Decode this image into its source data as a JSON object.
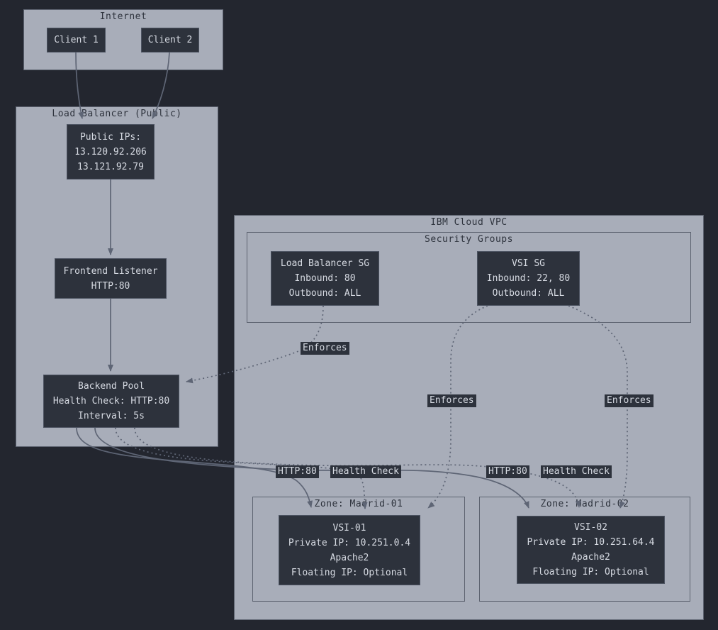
{
  "colors": {
    "background": "#23262f",
    "cluster_fill": "#a8adb9",
    "cluster_border": "#5d6370",
    "cluster_title_text": "#2e333d",
    "node_fill": "#2d323c",
    "node_border": "#4d5462",
    "node_text": "#d6dae2",
    "edge": "#5e6575",
    "edge_label_background": "#2d323c",
    "edge_label_text": "#d6dae2"
  },
  "clusters": {
    "internet": {
      "title": "Internet"
    },
    "load_balancer": {
      "title": "Load Balancer (Public)"
    },
    "vpc": {
      "title": "IBM Cloud VPC"
    },
    "security_groups": {
      "title": "Security Groups"
    },
    "zone_madrid_01": {
      "title": "Zone: Madrid-01"
    },
    "zone_madrid_02": {
      "title": "Zone: Madrid-02"
    }
  },
  "nodes": {
    "client_1": {
      "lines": [
        "Client 1"
      ]
    },
    "client_2": {
      "lines": [
        "Client 2"
      ]
    },
    "public_ips": {
      "lines": [
        "Public IPs:",
        "13.120.92.206",
        "13.121.92.79"
      ]
    },
    "frontend_listener": {
      "lines": [
        "Frontend Listener",
        "HTTP:80"
      ]
    },
    "backend_pool": {
      "lines": [
        "Backend Pool",
        "Health Check: HTTP:80",
        "Interval: 5s"
      ]
    },
    "load_balancer_sg": {
      "lines": [
        "Load Balancer SG",
        "Inbound: 80",
        "Outbound: ALL"
      ]
    },
    "vsi_sg": {
      "lines": [
        "VSI SG",
        "Inbound: 22, 80",
        "Outbound: ALL"
      ]
    },
    "vsi_01": {
      "lines": [
        "VSI-01",
        "Private IP: 10.251.0.4",
        "Apache2",
        "Floating IP: Optional"
      ]
    },
    "vsi_02": {
      "lines": [
        "VSI-02",
        "Private IP: 10.251.64.4",
        "Apache2",
        "Floating IP: Optional"
      ]
    }
  },
  "edge_labels": {
    "enforces_lb": "Enforces",
    "enforces_vsi1": "Enforces",
    "enforces_vsi2": "Enforces",
    "http80_vsi1": "HTTP:80",
    "health_check_vsi1": "Health Check",
    "http80_vsi2": "HTTP:80",
    "health_check_vsi2": "Health Check"
  }
}
